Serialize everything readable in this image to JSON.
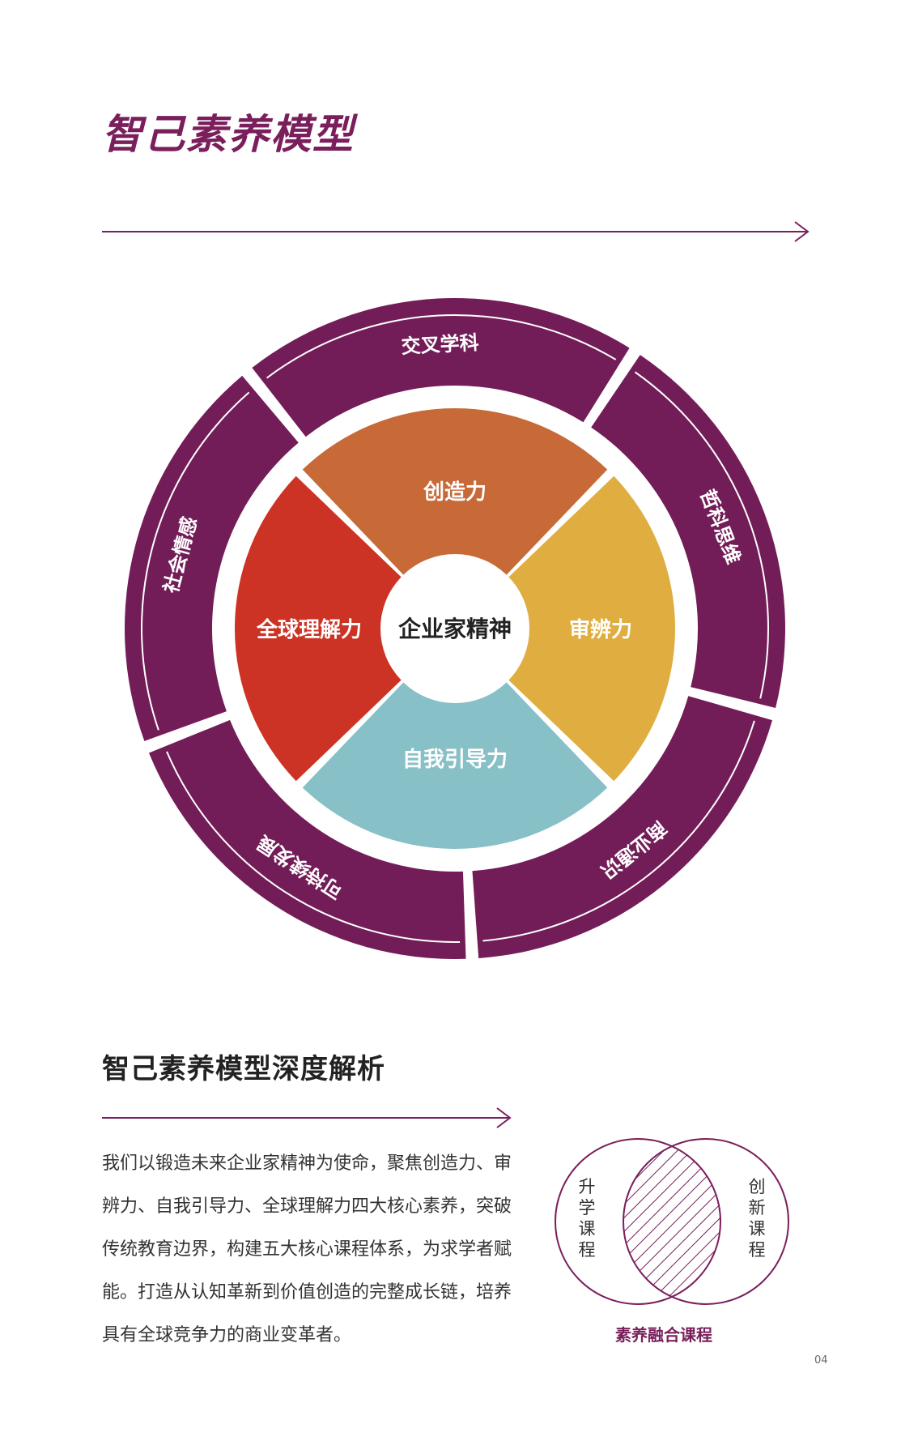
{
  "page": {
    "title": "智己素养模型",
    "section_title": "智己素养模型深度解析",
    "paragraph": "我们以锻造未来企业家精神为使命，聚焦创造力、审辨力、自我引导力、全球理解力四大核心素养，突破传统教育边界，构建五大核心课程体系，为求学者赋能。打造从认知革新到价值创造的完整成长链，培养具有全球竞争力的商业变革者。",
    "page_number": "04"
  },
  "model": {
    "center": "企业家精神",
    "inner_segments": [
      {
        "label": "创造力",
        "color": "#c76a37"
      },
      {
        "label": "审辨力",
        "color": "#e0ae40"
      },
      {
        "label": "自我引导力",
        "color": "#88c0c7"
      },
      {
        "label": "全球理解力",
        "color": "#cc3325"
      }
    ],
    "outer_segments": [
      {
        "label": "交叉学科"
      },
      {
        "label": "哲科思维"
      },
      {
        "label": "商业通识"
      },
      {
        "label": "可持续发展"
      },
      {
        "label": "社会情感"
      }
    ],
    "outer_color": "#731d58"
  },
  "venn": {
    "left_label": "升学课程",
    "right_label": "创新课程",
    "caption": "素养融合课程",
    "color": "#7a1f5c"
  }
}
